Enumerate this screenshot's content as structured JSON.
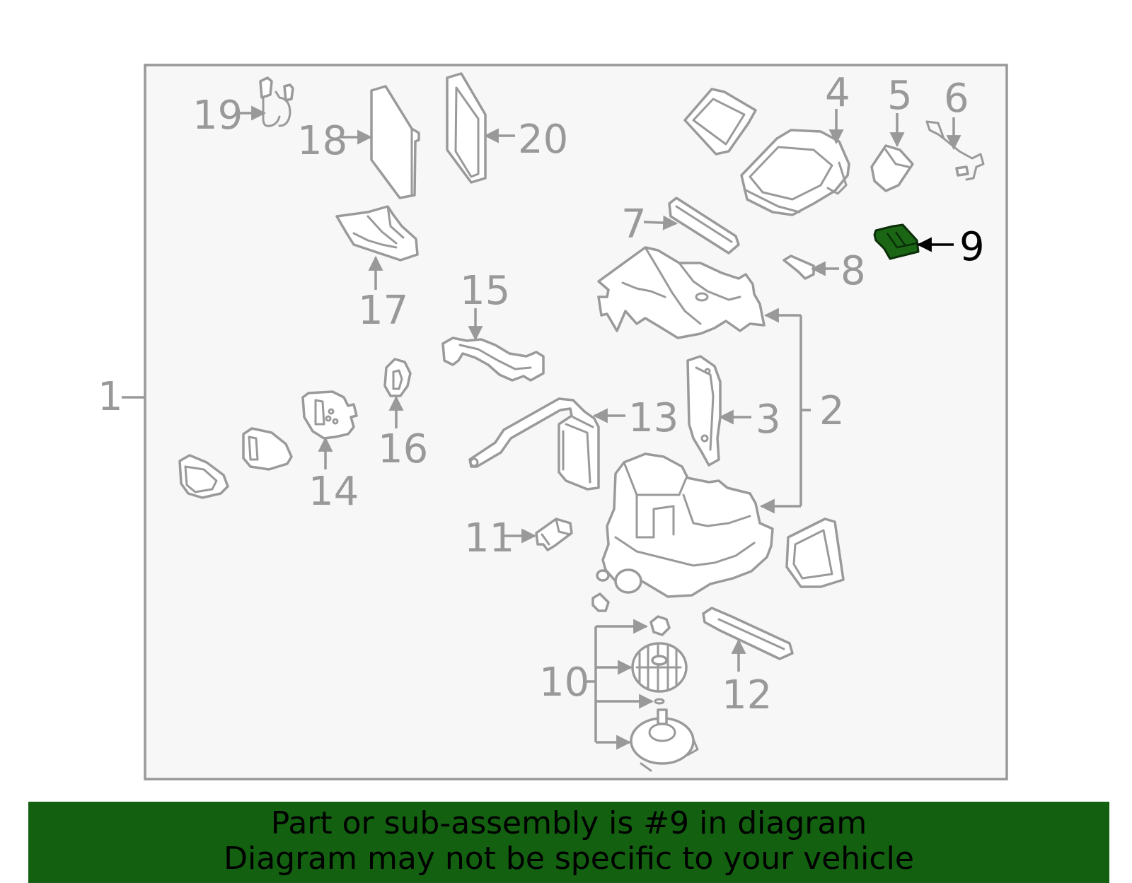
{
  "callouts": {
    "c1": "1",
    "c2": "2",
    "c3": "3",
    "c4": "4",
    "c5": "5",
    "c6": "6",
    "c7": "7",
    "c8": "8",
    "c9": "9",
    "c10": "10",
    "c11": "11",
    "c12": "12",
    "c13": "13",
    "c14": "14",
    "c15": "15",
    "c16": "16",
    "c17": "17",
    "c18": "18",
    "c19": "19",
    "c20": "20"
  },
  "highlighted_part": "9",
  "colors": {
    "highlight": "#1a6614",
    "banner": "#126010",
    "line": "#999999",
    "panel": "#f7f7f7"
  },
  "banner": {
    "line1": "Part or sub-assembly is #9 in diagram",
    "line2": "Diagram may not be specific to your vehicle"
  }
}
